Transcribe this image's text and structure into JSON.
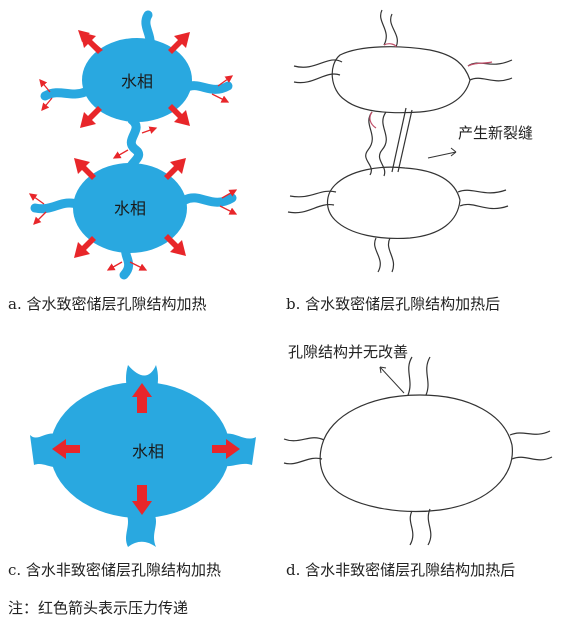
{
  "panels": {
    "a": {
      "phase_label_top": "水相",
      "phase_label_bottom": "水相",
      "caption": "a. 含水致密储层孔隙结构加热"
    },
    "b": {
      "annotation": "产生新裂缝",
      "caption": "b. 含水致密储层孔隙结构加热后"
    },
    "c": {
      "phase_label": "水相",
      "caption": "c. 含水非致密储层孔隙结构加热"
    },
    "d": {
      "annotation": "孔隙结构并无改善",
      "caption": "d. 含水非致密储层孔隙结构加热后"
    }
  },
  "note": "注：红色箭头表示压力传递",
  "colors": {
    "water": "#29a8e0",
    "arrow": "#e8262a",
    "outline": "#333333",
    "crack_tint": "#c0506a"
  }
}
